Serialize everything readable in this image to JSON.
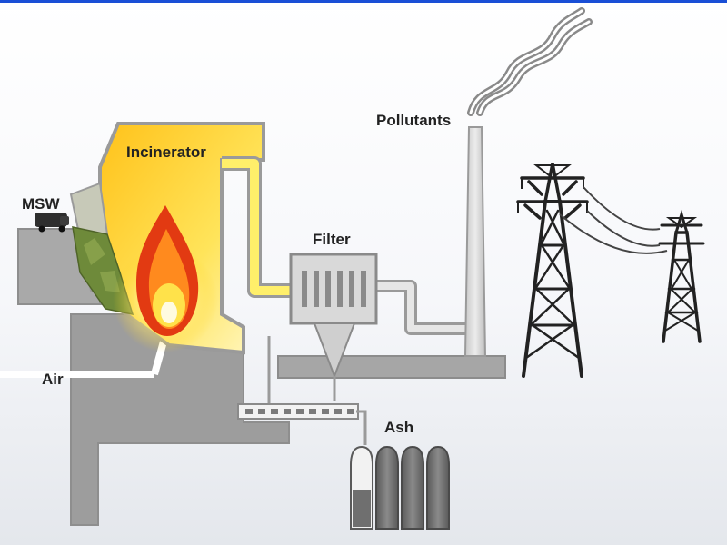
{
  "labels": {
    "msw": "MSW",
    "incinerator": "Incinerator",
    "filter": "Filter",
    "pollutants": "Pollutants",
    "air": "Air",
    "ash": "Ash"
  },
  "colors": {
    "frame_border": "#1a4fd6",
    "concrete": "#a9a9a9",
    "concrete_dark": "#8e8e8e",
    "duct_yellow": "#ffef6a",
    "incinerator_gradient": [
      "#ffd21c",
      "#fff8c8"
    ],
    "flame": [
      "#e23a12",
      "#ff8a1e",
      "#ffe24a"
    ],
    "waste_green": "#6e8a3a",
    "tower_steel": "#222222",
    "ash_cylinder": "#6f6f6f"
  },
  "icons": [
    "flame-icon",
    "waste-pile-icon",
    "garbage-truck-icon",
    "smoke-icon",
    "transmission-tower-icon",
    "ash-container-icon"
  ]
}
